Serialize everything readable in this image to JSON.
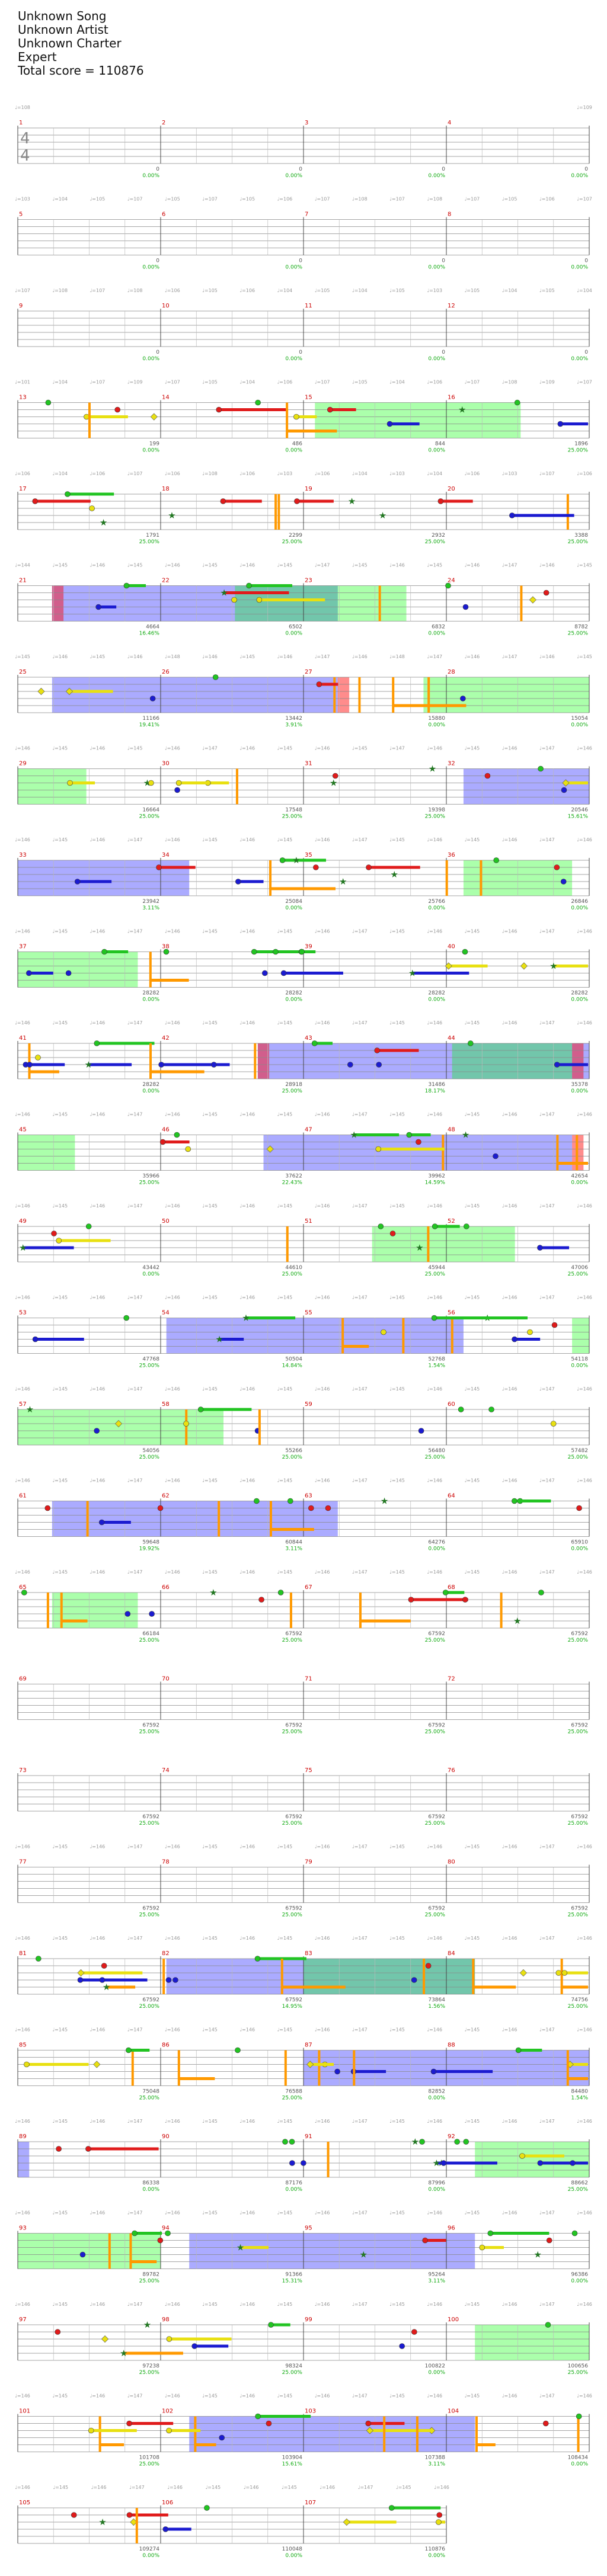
{
  "header": {
    "song": "Unknown Song",
    "artist": "Unknown Artist",
    "charter": "Unknown Charter",
    "difficulty": "Expert",
    "total_score": "Total score = 110876"
  },
  "time_signature": {
    "numerator": "4",
    "denominator": "4"
  },
  "colors": {
    "green": "#22c422",
    "red": "#e01b1b",
    "yellow": "#e8e011",
    "blue": "#1b1bd0",
    "orange": "#ff9900",
    "purple": "#880088",
    "star": "#227722",
    "solo": "#0000ff",
    "sp": "#00ff00",
    "squeeze": "#ff0000",
    "bar_number": "#cc0000",
    "score": "#555555",
    "percent": "#11aa11",
    "bpm": "#999999"
  },
  "chart_data": {
    "type": "notation",
    "rows": [
      {
        "bpm": [
          "♩=108",
          "",
          "",
          "",
          "",
          "",
          "",
          "",
          "",
          "",
          "",
          "",
          "",
          "",
          "",
          "",
          "♩=109"
        ],
        "scores": [
          [
            "0",
            "0.00%"
          ],
          [
            "0",
            "0.00%"
          ],
          [
            "0",
            "0.00%"
          ],
          [
            "0",
            "0.00%"
          ]
        ]
      },
      {
        "bpm": [
          "♩=103",
          "♩=104",
          "♩=105",
          "♩=107",
          "♩=105",
          "♩=107",
          "♩=105",
          "♩=106",
          "♩=107",
          "♩=108",
          "♩=107",
          "♩=108",
          "♩=107",
          "♩=105",
          "♩=106",
          "♩=107"
        ],
        "scores": [
          [
            "0",
            "0.00%"
          ],
          [
            "0",
            "0.00%"
          ],
          [
            "0",
            "0.00%"
          ],
          [
            "0",
            "0.00%"
          ]
        ]
      },
      {
        "bpm": [
          "♩=107",
          "♩=108",
          "♩=107",
          "♩=108",
          "♩=106",
          "♩=105",
          "♩=106",
          "♩=104",
          "♩=105",
          "♩=104",
          "♩=105",
          "♩=103",
          "♩=105",
          "♩=104",
          "♩=105",
          "♩=104"
        ],
        "scores": [
          [
            "0",
            "0.00%"
          ],
          [
            "0",
            "0.00%"
          ],
          [
            "0",
            "0.00%"
          ],
          [
            "0",
            "0.00%"
          ]
        ]
      },
      {
        "bpm": [
          "♩=101",
          "♩=104",
          "♩=107",
          "♩=109",
          "♩=107",
          "♩=105",
          "♩=104",
          "♩=106",
          "♩=107",
          "♩=105",
          "♩=104",
          "♩=106",
          "♩=107",
          "♩=108",
          "♩=109",
          "♩=107"
        ],
        "scores": [
          [
            "199",
            "0.00%"
          ],
          [
            "486",
            "0.00%"
          ],
          [
            "844",
            "0.00%"
          ],
          [
            "1896",
            "25.00%"
          ]
        ]
      },
      {
        "bpm": [
          "♩=106",
          "♩=104",
          "♩=106",
          "♩=107",
          "♩=106",
          "♩=108",
          "♩=106",
          "♩=103",
          "♩=106",
          "♩=104",
          "♩=103",
          "♩=104",
          "♩=106",
          "♩=103",
          "♩=107",
          "♩=106"
        ],
        "scores": [
          [
            "1791",
            "25.00%"
          ],
          [
            "2299",
            "25.00%"
          ],
          [
            "2932",
            "25.00%"
          ],
          [
            "3388",
            "25.00%"
          ]
        ]
      },
      {
        "bpm": [
          "♩=144",
          "♩=145",
          "♩=146",
          "♩=145",
          "♩=146",
          "♩=145",
          "♩=146",
          "♩=145",
          "♩=147",
          "♩=145",
          "♩=146",
          "♩=145",
          "♩=146",
          "♩=147",
          "♩=146",
          "♩=145"
        ],
        "scores": [
          [
            "4664",
            "16.46%"
          ],
          [
            "6502",
            "0.00%"
          ],
          [
            "6832",
            "0.00%"
          ],
          [
            "8782",
            "25.00%"
          ]
        ]
      },
      {
        "bpm": [
          "♩=145",
          "♩=146",
          "♩=145",
          "♩=146",
          "♩=148",
          "♩=146",
          "♩=145",
          "♩=146",
          "♩=147",
          "♩=146",
          "♩=148",
          "♩=147",
          "♩=146",
          "♩=147",
          "♩=146",
          "♩=145"
        ],
        "scores": [
          [
            "11166",
            "19.41%"
          ],
          [
            "13442",
            "3.91%"
          ],
          [
            "15880",
            "0.00%"
          ],
          [
            "15054",
            "0.00%"
          ]
        ]
      },
      {
        "bpm": [
          "♩=146",
          "♩=145",
          "♩=146",
          "♩=145",
          "♩=146",
          "♩=147",
          "♩=146",
          "♩=145",
          "♩=146",
          "♩=145",
          "♩=147",
          "♩=146",
          "♩=145",
          "♩=146",
          "♩=147",
          "♩=146"
        ],
        "scores": [
          [
            "16664",
            "25.00%"
          ],
          [
            "17548",
            "25.00%"
          ],
          [
            "19398",
            "25.00%"
          ],
          [
            "20546",
            "15.61%"
          ]
        ]
      },
      {
        "bpm": [
          "♩=146",
          "♩=145",
          "♩=146",
          "♩=147",
          "♩=146",
          "♩=145",
          "♩=146",
          "♩=145",
          "♩=146",
          "♩=147",
          "♩=145",
          "♩=146",
          "♩=145",
          "♩=146",
          "♩=147",
          "♩=146"
        ],
        "scores": [
          [
            "23942",
            "3.11%"
          ],
          [
            "25084",
            "0.00%"
          ],
          [
            "25766",
            "0.00%"
          ],
          [
            "26846",
            "0.00%"
          ]
        ]
      },
      {
        "bpm": [
          "♩=146",
          "♩=145",
          "♩=146",
          "♩=147",
          "♩=146",
          "♩=145",
          "♩=146",
          "♩=145",
          "♩=146",
          "♩=147",
          "♩=145",
          "♩=146",
          "♩=145",
          "♩=146",
          "♩=147",
          "♩=146"
        ],
        "scores": [
          [
            "28282",
            "0.00%"
          ],
          [
            "28282",
            "0.00%"
          ],
          [
            "28282",
            "0.00%"
          ],
          [
            "28282",
            "0.00%"
          ]
        ]
      },
      {
        "bpm": [
          "♩=146",
          "♩=145",
          "♩=146",
          "♩=147",
          "♩=146",
          "♩=145",
          "♩=146",
          "♩=145",
          "♩=146",
          "♩=147",
          "♩=145",
          "♩=146",
          "♩=145",
          "♩=146",
          "♩=147",
          "♩=146"
        ],
        "scores": [
          [
            "28282",
            "0.00%"
          ],
          [
            "28918",
            "25.00%"
          ],
          [
            "31486",
            "18.17%"
          ],
          [
            "35378",
            "0.00%"
          ]
        ]
      },
      {
        "bpm": [
          "♩=146",
          "♩=145",
          "♩=146",
          "♩=147",
          "♩=146",
          "♩=145",
          "♩=146",
          "♩=145",
          "♩=146",
          "♩=147",
          "♩=145",
          "♩=146",
          "♩=145",
          "♩=146",
          "♩=147",
          "♩=146"
        ],
        "scores": [
          [
            "35966",
            "25.00%"
          ],
          [
            "37622",
            "22.43%"
          ],
          [
            "39962",
            "14.59%"
          ],
          [
            "42654",
            "0.00%"
          ]
        ]
      },
      {
        "bpm": [
          "♩=146",
          "♩=145",
          "♩=146",
          "♩=147",
          "♩=146",
          "♩=145",
          "♩=146",
          "♩=145",
          "♩=146",
          "♩=147",
          "♩=145",
          "♩=146",
          "♩=145",
          "♩=146",
          "♩=147",
          "♩=146"
        ],
        "scores": [
          [
            "43442",
            "0.00%"
          ],
          [
            "44610",
            "25.00%"
          ],
          [
            "45944",
            "25.00%"
          ],
          [
            "47006",
            "25.00%"
          ]
        ]
      },
      {
        "bpm": [
          "♩=146",
          "♩=145",
          "♩=146",
          "♩=147",
          "♩=146",
          "♩=145",
          "♩=146",
          "♩=145",
          "♩=146",
          "♩=147",
          "♩=145",
          "♩=146",
          "♩=145",
          "♩=146",
          "♩=147",
          "♩=146"
        ],
        "scores": [
          [
            "47768",
            "25.00%"
          ],
          [
            "50504",
            "14.84%"
          ],
          [
            "52768",
            "1.54%"
          ],
          [
            "54118",
            "0.00%"
          ]
        ]
      },
      {
        "bpm": [
          "♩=146",
          "♩=145",
          "♩=146",
          "♩=147",
          "♩=146",
          "♩=145",
          "♩=146",
          "♩=145",
          "♩=146",
          "♩=147",
          "♩=145",
          "♩=146",
          "♩=145",
          "♩=146",
          "♩=147",
          "♩=146"
        ],
        "scores": [
          [
            "54056",
            "25.00%"
          ],
          [
            "55266",
            "25.00%"
          ],
          [
            "56480",
            "25.00%"
          ],
          [
            "57482",
            "25.00%"
          ]
        ]
      },
      {
        "bpm": [
          "♩=146",
          "♩=145",
          "♩=146",
          "♩=147",
          "♩=146",
          "♩=145",
          "♩=146",
          "♩=145",
          "♩=146",
          "♩=147",
          "♩=145",
          "♩=146",
          "♩=145",
          "♩=146",
          "♩=147",
          "♩=146"
        ],
        "scores": [
          [
            "59648",
            "19.92%"
          ],
          [
            "60844",
            "3.11%"
          ],
          [
            "64276",
            "0.00%"
          ],
          [
            "65910",
            "0.00%"
          ]
        ]
      },
      {
        "bpm": [
          "♩=146",
          "♩=145",
          "♩=146",
          "♩=147",
          "♩=146",
          "♩=145",
          "♩=146",
          "♩=145",
          "♩=146",
          "♩=147",
          "♩=145",
          "♩=146",
          "♩=145",
          "♩=146",
          "♩=147",
          "♩=146"
        ],
        "scores": [
          [
            "66184",
            "25.00%"
          ],
          [
            "67592",
            "25.00%"
          ],
          [
            "67592",
            "25.00%"
          ],
          [
            "67592",
            "25.00%"
          ]
        ]
      },
      {
        "bpm": [
          "",
          "",
          "",
          "",
          "",
          "",
          "",
          "",
          "",
          "",
          "",
          "",
          "",
          "",
          "",
          ""
        ],
        "scores": [
          [
            "67592",
            "25.00%"
          ],
          [
            "67592",
            "25.00%"
          ],
          [
            "67592",
            "25.00%"
          ],
          [
            "67592",
            "25.00%"
          ]
        ]
      },
      {
        "bpm": [
          "",
          "",
          "",
          "",
          "",
          "",
          "",
          "",
          "",
          "",
          "",
          "",
          "",
          "",
          "",
          ""
        ],
        "scores": [
          [
            "67592",
            "25.00%"
          ],
          [
            "67592",
            "25.00%"
          ],
          [
            "67592",
            "25.00%"
          ],
          [
            "67592",
            "25.00%"
          ]
        ]
      },
      {
        "bpm": [
          "♩=146",
          "♩=145",
          "♩=146",
          "♩=147",
          "♩=146",
          "♩=145",
          "♩=146",
          "♩=145",
          "♩=146",
          "♩=147",
          "♩=145",
          "♩=146",
          "♩=145",
          "♩=146",
          "♩=147",
          "♩=146"
        ],
        "scores": [
          [
            "67592",
            "25.00%"
          ],
          [
            "67592",
            "25.00%"
          ],
          [
            "67592",
            "25.00%"
          ],
          [
            "67592",
            "25.00%"
          ]
        ]
      },
      {
        "bpm": [
          "♩=146",
          "♩=145",
          "♩=146",
          "♩=147",
          "♩=146",
          "♩=145",
          "♩=146",
          "♩=145",
          "♩=146",
          "♩=147",
          "♩=145",
          "♩=146",
          "♩=145",
          "♩=146",
          "♩=147",
          "♩=146"
        ],
        "scores": [
          [
            "67592",
            "25.00%"
          ],
          [
            "67592",
            "14.95%"
          ],
          [
            "73864",
            "1.56%"
          ],
          [
            "74756",
            "25.00%"
          ]
        ]
      },
      {
        "bpm": [
          "♩=146",
          "♩=145",
          "♩=146",
          "♩=147",
          "♩=146",
          "♩=145",
          "♩=146",
          "♩=145",
          "♩=146",
          "♩=147",
          "♩=145",
          "♩=146",
          "♩=145",
          "♩=146",
          "♩=147",
          "♩=146"
        ],
        "scores": [
          [
            "75048",
            "25.00%"
          ],
          [
            "76588",
            "25.00%"
          ],
          [
            "82852",
            "0.00%"
          ],
          [
            "84480",
            "1.54%"
          ]
        ]
      },
      {
        "bpm": [
          "♩=146",
          "♩=145",
          "♩=146",
          "♩=147",
          "♩=146",
          "♩=145",
          "♩=146",
          "♩=145",
          "♩=146",
          "♩=147",
          "♩=145",
          "♩=146",
          "♩=145",
          "♩=146",
          "♩=147",
          "♩=146"
        ],
        "scores": [
          [
            "86338",
            "0.00%"
          ],
          [
            "87176",
            "0.00%"
          ],
          [
            "87996",
            "0.00%"
          ],
          [
            "88662",
            "25.00%"
          ]
        ]
      },
      {
        "bpm": [
          "♩=146",
          "♩=145",
          "♩=146",
          "♩=147",
          "♩=146",
          "♩=145",
          "♩=146",
          "♩=145",
          "♩=146",
          "♩=147",
          "♩=145",
          "♩=146",
          "♩=145",
          "♩=146",
          "♩=147",
          "♩=146"
        ],
        "scores": [
          [
            "89782",
            "25.00%"
          ],
          [
            "91366",
            "15.31%"
          ],
          [
            "95264",
            "3.11%"
          ],
          [
            "96386",
            "0.00%"
          ]
        ]
      },
      {
        "bpm": [
          "♩=146",
          "♩=145",
          "♩=146",
          "♩=147",
          "♩=146",
          "♩=145",
          "♩=146",
          "♩=145",
          "♩=146",
          "♩=147",
          "♩=145",
          "♩=146",
          "♩=145",
          "♩=146",
          "♩=147",
          "♩=146"
        ],
        "scores": [
          [
            "97238",
            "25.00%"
          ],
          [
            "98324",
            "25.00%"
          ],
          [
            "100822",
            "0.00%"
          ],
          [
            "100656",
            "25.00%"
          ]
        ]
      },
      {
        "bpm": [
          "♩=146",
          "♩=145",
          "♩=146",
          "♩=147",
          "♩=146",
          "♩=145",
          "♩=146",
          "♩=145",
          "♩=146",
          "♩=147",
          "♩=145",
          "♩=146",
          "♩=145",
          "♩=146",
          "♩=147",
          "♩=146"
        ],
        "scores": [
          [
            "101708",
            "25.00%"
          ],
          [
            "103904",
            "15.61%"
          ],
          [
            "107388",
            "3.11%"
          ],
          [
            "108434",
            "0.00%"
          ]
        ]
      },
      {
        "bpm": [
          "♩=146",
          "♩=145",
          "♩=146",
          "♩=147",
          "♩=146",
          "♩=145",
          "♩=146",
          "♩=145",
          "♩=146",
          "♩=147",
          "♩=145",
          "♩=146"
        ],
        "scores": [
          [
            "109274",
            "0.00%"
          ],
          [
            "110048",
            "0.00%"
          ],
          [
            "110876",
            "0.00%"
          ]
        ]
      }
    ]
  }
}
